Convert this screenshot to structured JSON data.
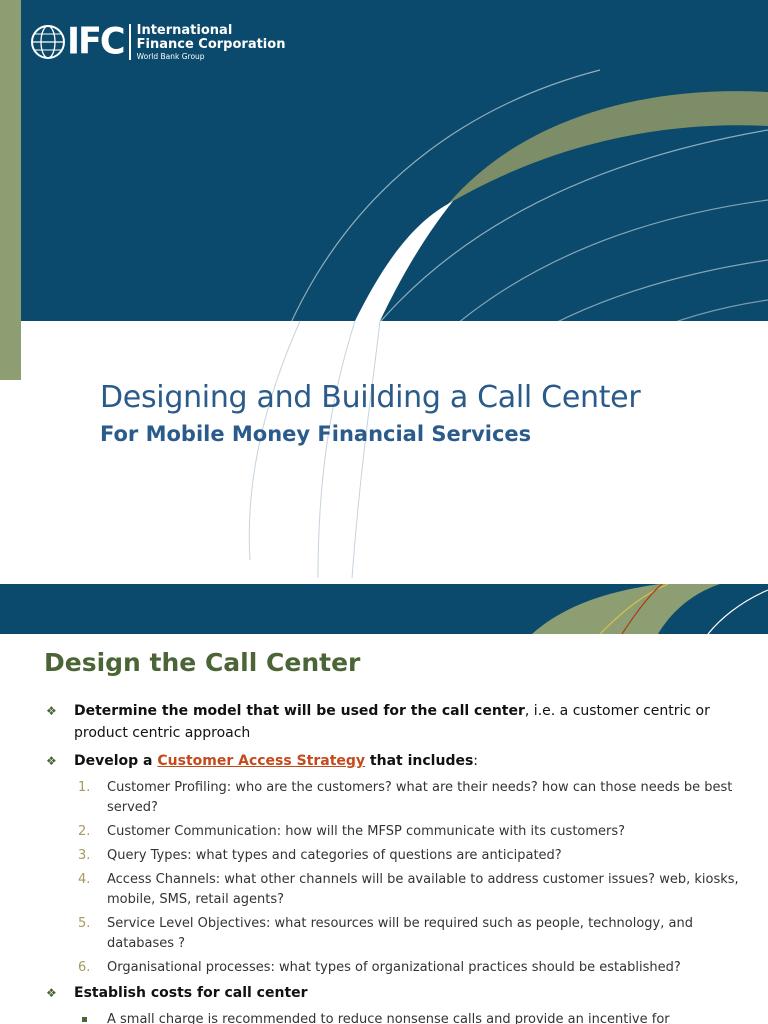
{
  "slide1": {
    "logo": {
      "mark": "IFC",
      "name_line1": "International",
      "name_line2": "Finance Corporation",
      "name_line3": "World Bank Group",
      "icon": "globe-icon"
    },
    "title": "Designing and Building a Call Center",
    "subtitle": "For Mobile Money Financial Services"
  },
  "slide2": {
    "title": "Design the Call Center",
    "bullet1": {
      "bold": "Determine the model that will be used for the call center",
      "rest": ", i.e. a customer centric or product centric approach"
    },
    "bullet2": {
      "prefix": "Develop a ",
      "highlight": "Customer Access Strategy",
      "suffix": " that includes",
      "colon": ":"
    },
    "items": [
      {
        "num": "1.",
        "text": "Customer Profiling:  who are the customers? what are their needs? how can those needs be best served?"
      },
      {
        "num": "2.",
        "text": "Customer Communication:  how will the MFSP communicate with its customers?"
      },
      {
        "num": "3.",
        "text": "Query Types: what types and categories of questions are anticipated?"
      },
      {
        "num": "4.",
        "text": "Access Channels: what other channels will be available to address customer issues?  web, kiosks, mobile, SMS, retail agents?"
      },
      {
        "num": "5.",
        "text": "Service Level Objectives:  what resources will be required such as people, technology, and databases ?"
      },
      {
        "num": "6.",
        "text": "Organisational processes: what types of organizational practices should be established?"
      }
    ],
    "bullet3": "Establish costs for call center",
    "sub_bullet": "A small charge is recommended to reduce nonsense calls and provide an incentive for"
  },
  "colors": {
    "navy": "#0b4a6c",
    "olive": "#8c9e72",
    "title_blue": "#2a5b8a",
    "heading_green": "#4b6536",
    "highlight": "#c44a1c"
  }
}
